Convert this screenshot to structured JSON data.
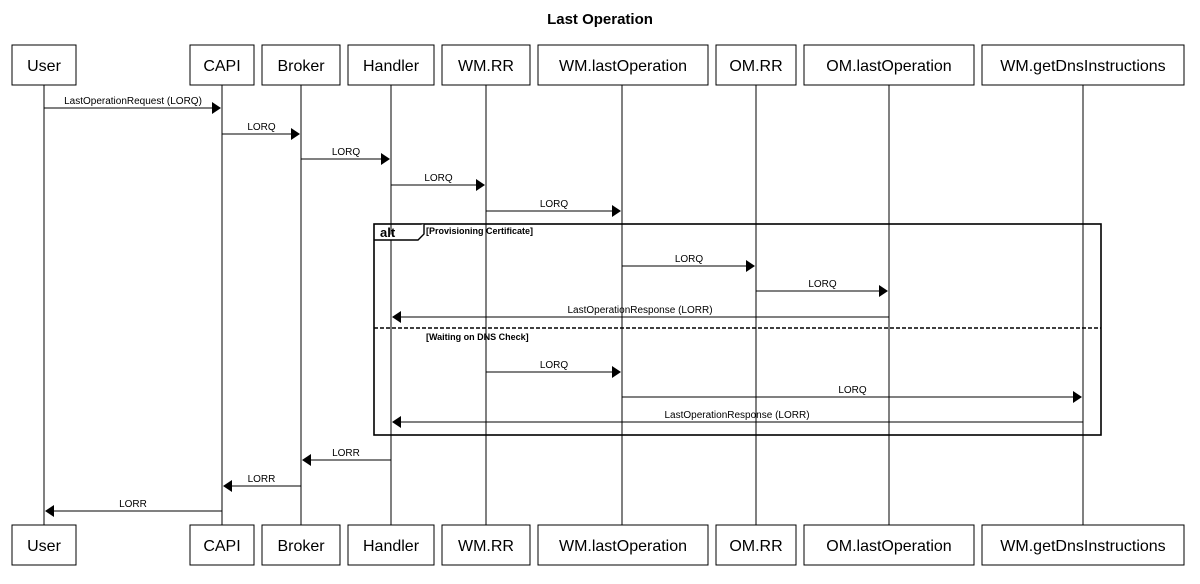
{
  "title": "Last Operation",
  "participants": [
    "User",
    "CAPI",
    "Broker",
    "Handler",
    "WM.RR",
    "WM.lastOperation",
    "OM.RR",
    "OM.lastOperation",
    "WM.getDnsInstructions"
  ],
  "messages": [
    {
      "from": "User",
      "to": "CAPI",
      "label": "LastOperationRequest (LORQ)"
    },
    {
      "from": "CAPI",
      "to": "Broker",
      "label": "LORQ"
    },
    {
      "from": "Broker",
      "to": "Handler",
      "label": "LORQ"
    },
    {
      "from": "Handler",
      "to": "WM.RR",
      "label": "LORQ"
    },
    {
      "from": "WM.RR",
      "to": "WM.lastOperation",
      "label": "LORQ"
    },
    {
      "from": "WM.lastOperation",
      "to": "OM.RR",
      "label": "LORQ"
    },
    {
      "from": "OM.RR",
      "to": "OM.lastOperation",
      "label": "LORQ"
    },
    {
      "from": "OM.lastOperation",
      "to": "Handler",
      "label": "LastOperationResponse (LORR)"
    },
    {
      "from": "WM.RR",
      "to": "WM.lastOperation",
      "label": "LORQ"
    },
    {
      "from": "WM.lastOperation",
      "to": "WM.getDnsInstructions",
      "label": "LORQ"
    },
    {
      "from": "WM.getDnsInstructions",
      "to": "Handler",
      "label": "LastOperationResponse (LORR)"
    },
    {
      "from": "Handler",
      "to": "Broker",
      "label": "LORR"
    },
    {
      "from": "Broker",
      "to": "CAPI",
      "label": "LORR"
    },
    {
      "from": "CAPI",
      "to": "User",
      "label": "LORR"
    }
  ],
  "alt": {
    "keyword": "alt",
    "branches": [
      {
        "guard": "[Provisioning Certificate]"
      },
      {
        "guard": "[Waiting on DNS Check]"
      }
    ]
  }
}
